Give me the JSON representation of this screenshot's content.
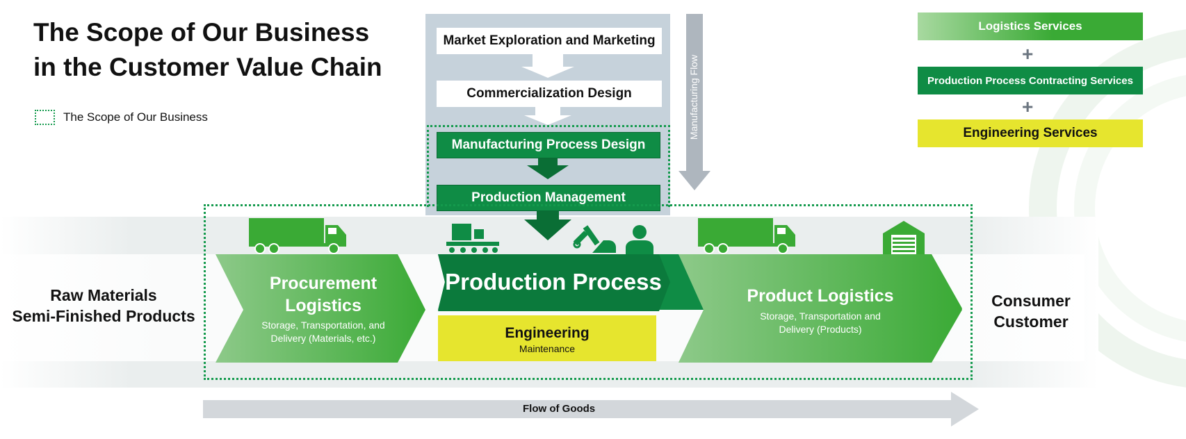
{
  "title": "The Scope of Our Business\nin the Customer Value Chain",
  "legend_label": "The Scope of Our Business",
  "upper_flow": {
    "step1": "Market Exploration and Marketing",
    "step2": "Commercialization Design",
    "step3": "Manufacturing Process Design",
    "step4": "Production Management"
  },
  "manufacturing_flow_label": "Manufacturing Flow",
  "left_label": "Raw Materials\nSemi-Finished Products",
  "right_label": "Consumer\nCustomer",
  "procurement": {
    "title": "Procurement\nLogistics",
    "desc": "Storage, Transportation, and\nDelivery (Materials, etc.)"
  },
  "production": {
    "title": "Production Process"
  },
  "engineering": {
    "title": "Engineering",
    "sub": "Maintenance"
  },
  "product_logistics": {
    "title": "Product Logistics",
    "desc": "Storage, Transportation and\nDelivery (Products)"
  },
  "flow_of_goods": "Flow of Goods",
  "services": {
    "logistics": "Logistics Services",
    "production_contracting": "Production Process Contracting Services",
    "engineering": "Engineering Services",
    "plus": "+"
  },
  "colors": {
    "dark_green": "#0f8c45",
    "mid_green": "#3aaa35",
    "light_green": "#7cc47a",
    "yellow": "#e6e52e",
    "gray_arrow": "#c9ced3",
    "panel": "#c6d2db"
  },
  "icons": [
    "truck-icon",
    "conveyor-box-icon",
    "robot-arm-icon",
    "worker-icon",
    "truck-icon",
    "warehouse-icon"
  ]
}
